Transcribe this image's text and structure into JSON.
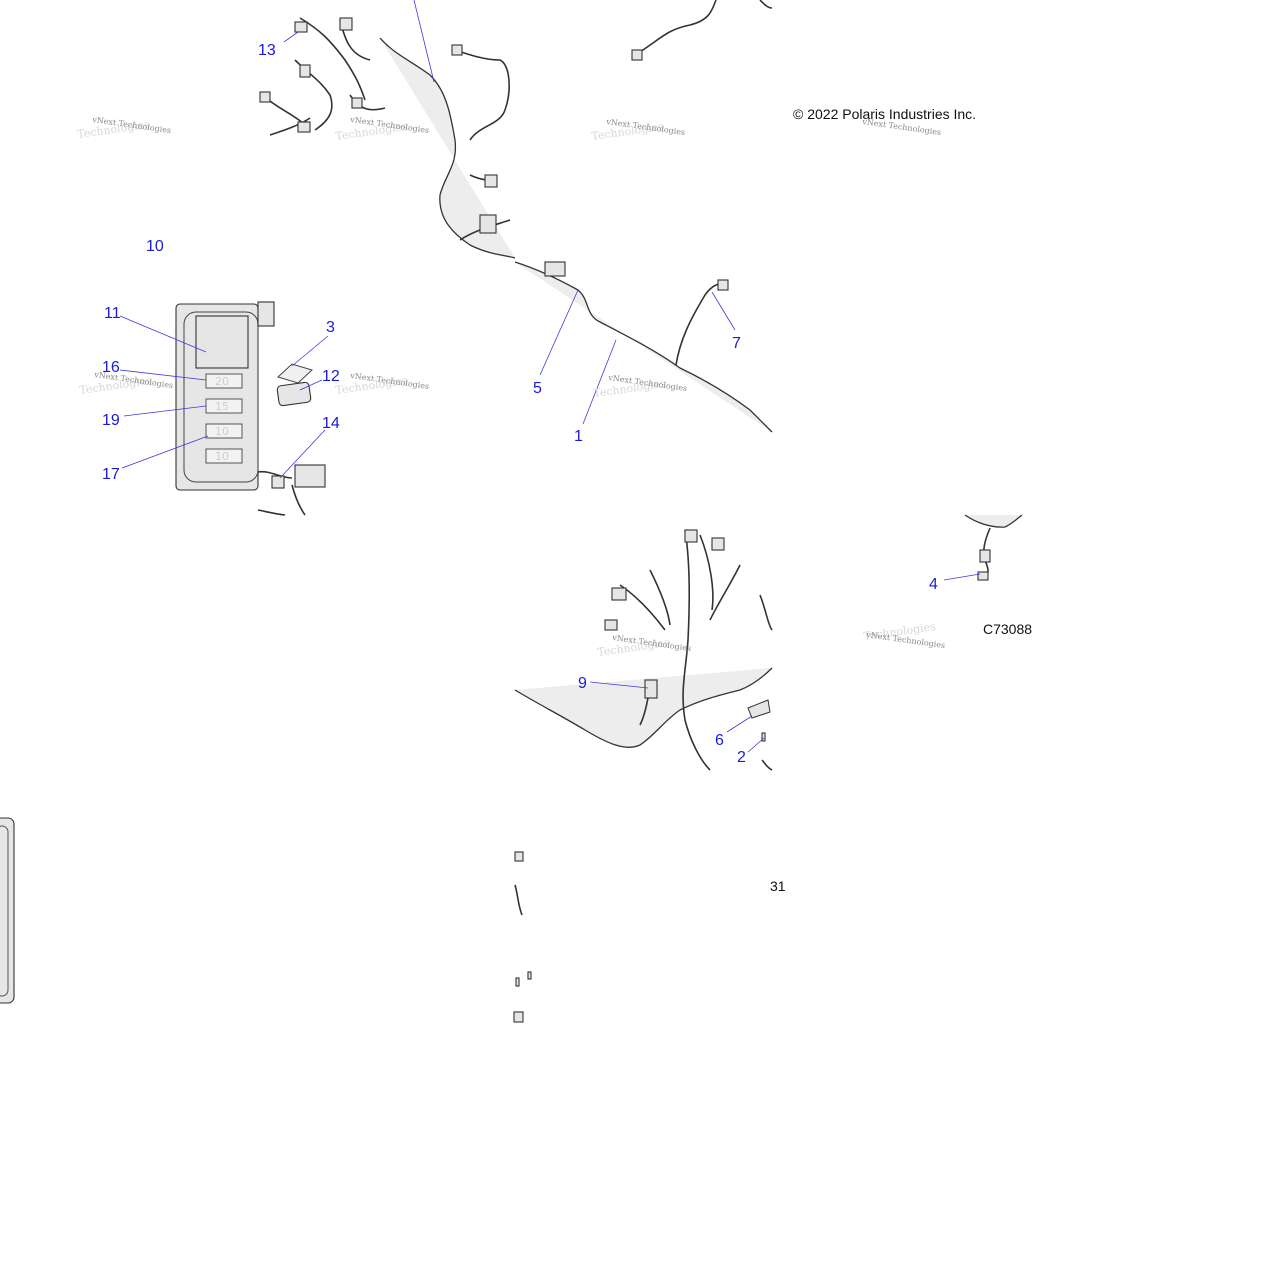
{
  "copyright": "© 2022 Polaris Industries Inc.",
  "figure_id": "C73088",
  "fragment_text": "31",
  "watermark": "vNext Technologies",
  "fuse_labels": [
    "20",
    "15",
    "10",
    "10"
  ],
  "callouts": [
    {
      "id": "c1",
      "label": "1"
    },
    {
      "id": "c2",
      "label": "2"
    },
    {
      "id": "c3",
      "label": "3"
    },
    {
      "id": "c4",
      "label": "4"
    },
    {
      "id": "c5",
      "label": "5"
    },
    {
      "id": "c6",
      "label": "6"
    },
    {
      "id": "c7",
      "label": "7"
    },
    {
      "id": "c9",
      "label": "9"
    },
    {
      "id": "c10",
      "label": "10"
    },
    {
      "id": "c11",
      "label": "11"
    },
    {
      "id": "c12",
      "label": "12"
    },
    {
      "id": "c13",
      "label": "13"
    },
    {
      "id": "c14",
      "label": "14"
    },
    {
      "id": "c16",
      "label": "16"
    },
    {
      "id": "c17",
      "label": "17"
    },
    {
      "id": "c19",
      "label": "19"
    }
  ]
}
